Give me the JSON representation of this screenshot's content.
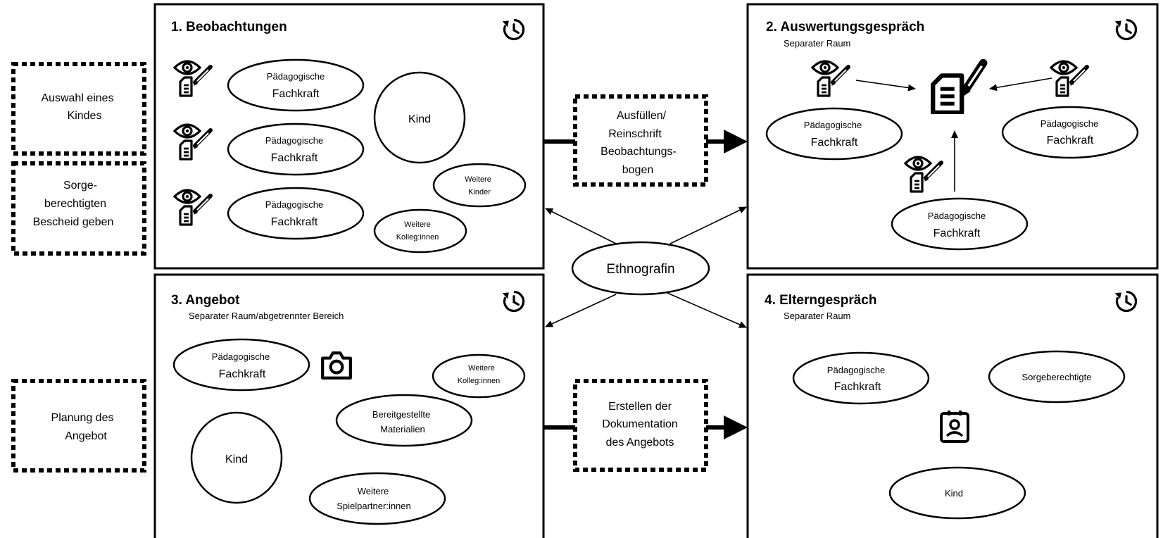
{
  "panels": {
    "p1": {
      "title": "1. Beobachtungen"
    },
    "p2": {
      "title": "2. Auswertungsgespräch",
      "subtitle": "Separater Raum"
    },
    "p3": {
      "title": "3. Angebot",
      "subtitle": "Separater Raum/abgetrennter Bereich"
    },
    "p4": {
      "title": "4. Elterngespräch",
      "subtitle": "Separater Raum"
    }
  },
  "side_boxes": {
    "auswahl": [
      "Auswahl eines",
      "Kindes"
    ],
    "sorge": [
      "Sorge-",
      "berechtigten",
      "Bescheid geben"
    ],
    "planung": [
      "Planung des",
      "Angebot"
    ]
  },
  "process_boxes": {
    "ausfuellen": [
      "Ausfüllen/",
      "Reinschrift",
      "Beobachtungs-",
      "bogen"
    ],
    "erstellen": [
      "Erstellen der",
      "Dokumentation",
      "des Angebots"
    ]
  },
  "center": {
    "ethnografin": "Ethnografin"
  },
  "labels": {
    "paed_line1": "Pädagogische",
    "paed_line2": "Fachkraft",
    "kind": "Kind",
    "weitere": "Weitere",
    "kinder": "Kinder",
    "kolleginnen": "Kolleg:innen",
    "bereit_line1": "Bereitgestellte",
    "bereit_line2": "Materialien",
    "spielpartner": "Spielpartner:innen",
    "sorgeberechtigte": "Sorgeberechtigte"
  },
  "icons": [
    "history-icon",
    "eye-pencil-document-icon",
    "document-pencil-icon",
    "camera-icon",
    "badge-icon"
  ]
}
